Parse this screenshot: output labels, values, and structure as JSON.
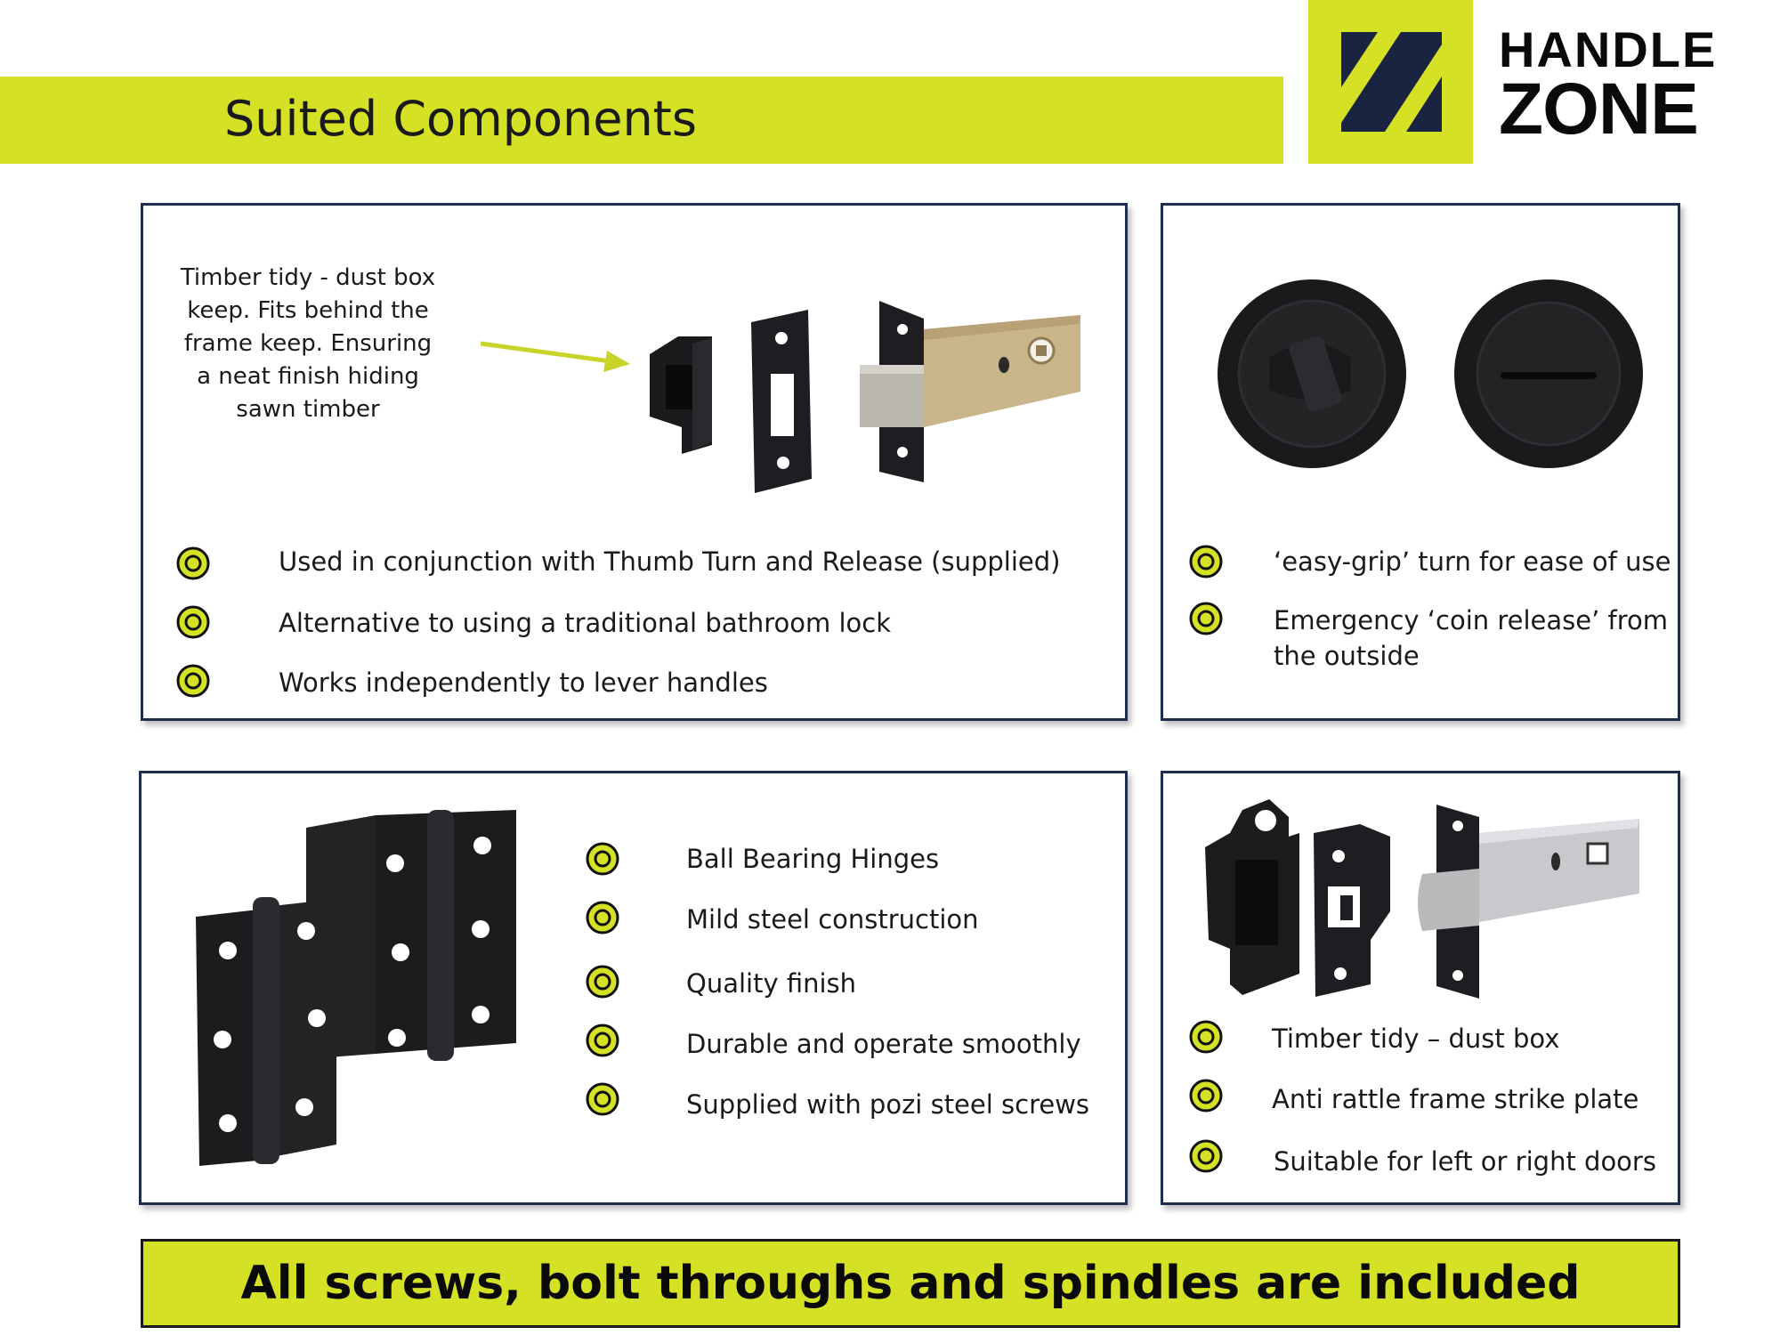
{
  "header": {
    "title": "Suited Components"
  },
  "brand": {
    "line1": "HANDLE",
    "line2": "ZONE",
    "accent": "#d5e125"
  },
  "panel1": {
    "note": "Timber tidy - dust box keep. Fits behind the frame keep. Ensuring a neat finish hiding sawn timber",
    "bullets": [
      "Used in conjunction with Thumb Turn and Release (supplied)",
      "Alternative to using a traditional bathroom lock",
      "Works independently to lever handles"
    ]
  },
  "panel2": {
    "bullets": [
      "‘easy-grip’ turn for ease of use",
      "Emergency ‘coin release’ from",
      "the outside"
    ]
  },
  "panel3": {
    "bullets": [
      "Ball Bearing Hinges",
      "Mild steel construction",
      "Quality finish",
      "Durable and operate smoothly",
      "Supplied with pozi steel screws"
    ]
  },
  "panel4": {
    "bullets": [
      "Timber tidy – dust box",
      "Anti rattle frame strike plate",
      "Suitable for left or right doors"
    ]
  },
  "footer": {
    "banner": "All screws, bolt throughs and spindles are included"
  }
}
